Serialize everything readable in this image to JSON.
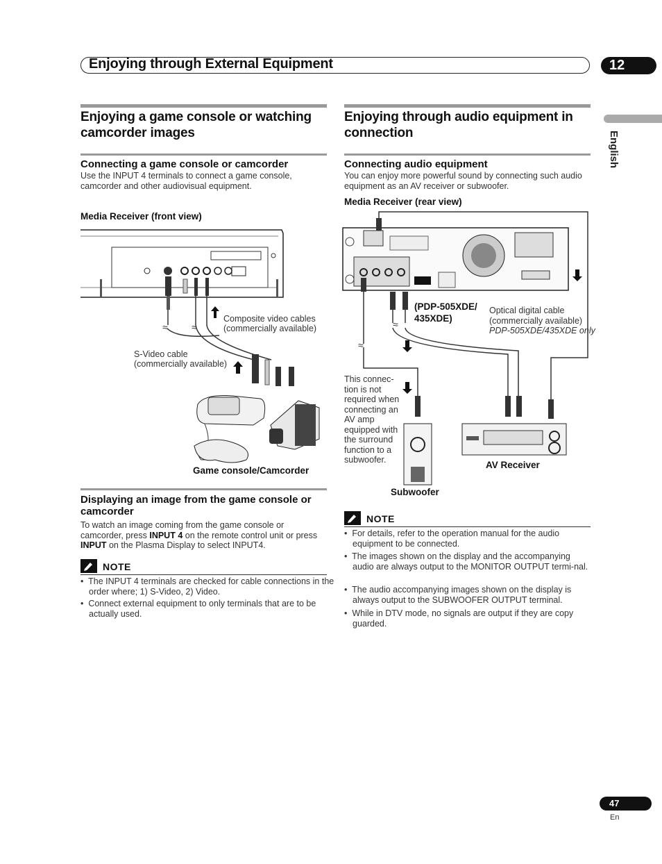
{
  "header": {
    "title": "Enjoying through External Equipment",
    "chapter": "12"
  },
  "language_tab": "English",
  "left": {
    "section_title": "Enjoying a game console or watching camcorder images",
    "sub1_title": "Connecting a game console or camcorder",
    "sub1_body": "Use the INPUT 4 terminals to connect a game console, camcorder and other audiovisual equipment.",
    "figure_label": "Media Receiver (front view)",
    "cap_composite_1": "Composite video cables",
    "cap_composite_2": "(commercially available)",
    "cap_svideo_1": "S-Video cable",
    "cap_svideo_2": "(commercially available)",
    "cap_device": "Game console/Camcorder",
    "sub2_title": "Displaying an image from the game console or camcorder",
    "sub2_p1": "To watch an image coming from the game console or camcorder, press ",
    "sub2_b1": "INPUT 4",
    "sub2_p2": " on the remote control unit or press ",
    "sub2_b2": "INPUT",
    "sub2_p3": " on the Plasma Display to select INPUT4.",
    "note_label": "NOTE",
    "notes": [
      "The INPUT 4 terminals are checked for cable connections in the order where; 1) S-Video, 2) Video.",
      "Connect external equipment to only terminals that are to be actually used."
    ]
  },
  "right": {
    "section_title": "Enjoying through audio equipment in connection",
    "sub1_title": "Connecting audio equipment",
    "sub1_body": "You can enjoy more powerful sound by connecting such audio equipment as an AV receiver or subwoofer.",
    "figure_label": "Media Receiver (rear view)",
    "cap_model_1": "(PDP-505XDE/",
    "cap_model_2": "435XDE)",
    "cap_optical_1": "Optical digital cable",
    "cap_optical_2": "(commercially available)",
    "cap_optical_3": "PDP-505XDE/435XDE only",
    "cap_conn": [
      "This connec-",
      "tion is not",
      "required when",
      "connecting an",
      "AV amp",
      "equipped with",
      "the surround",
      "function to a",
      "subwoofer."
    ],
    "cap_subwoofer": "Subwoofer",
    "cap_avr": "AV Receiver",
    "note_label": "NOTE",
    "notes": [
      "For details, refer to the operation manual for the audio equipment to be connected.",
      "The images shown on the display and the accompanying audio are always output to the MONITOR OUTPUT termi-nal.",
      "The audio accompanying images shown on the display is always output to the SUBWOOFER OUTPUT terminal.",
      "While in DTV mode, no signals are output if they are copy guarded."
    ]
  },
  "footer": {
    "page": "47",
    "lang": "En"
  }
}
